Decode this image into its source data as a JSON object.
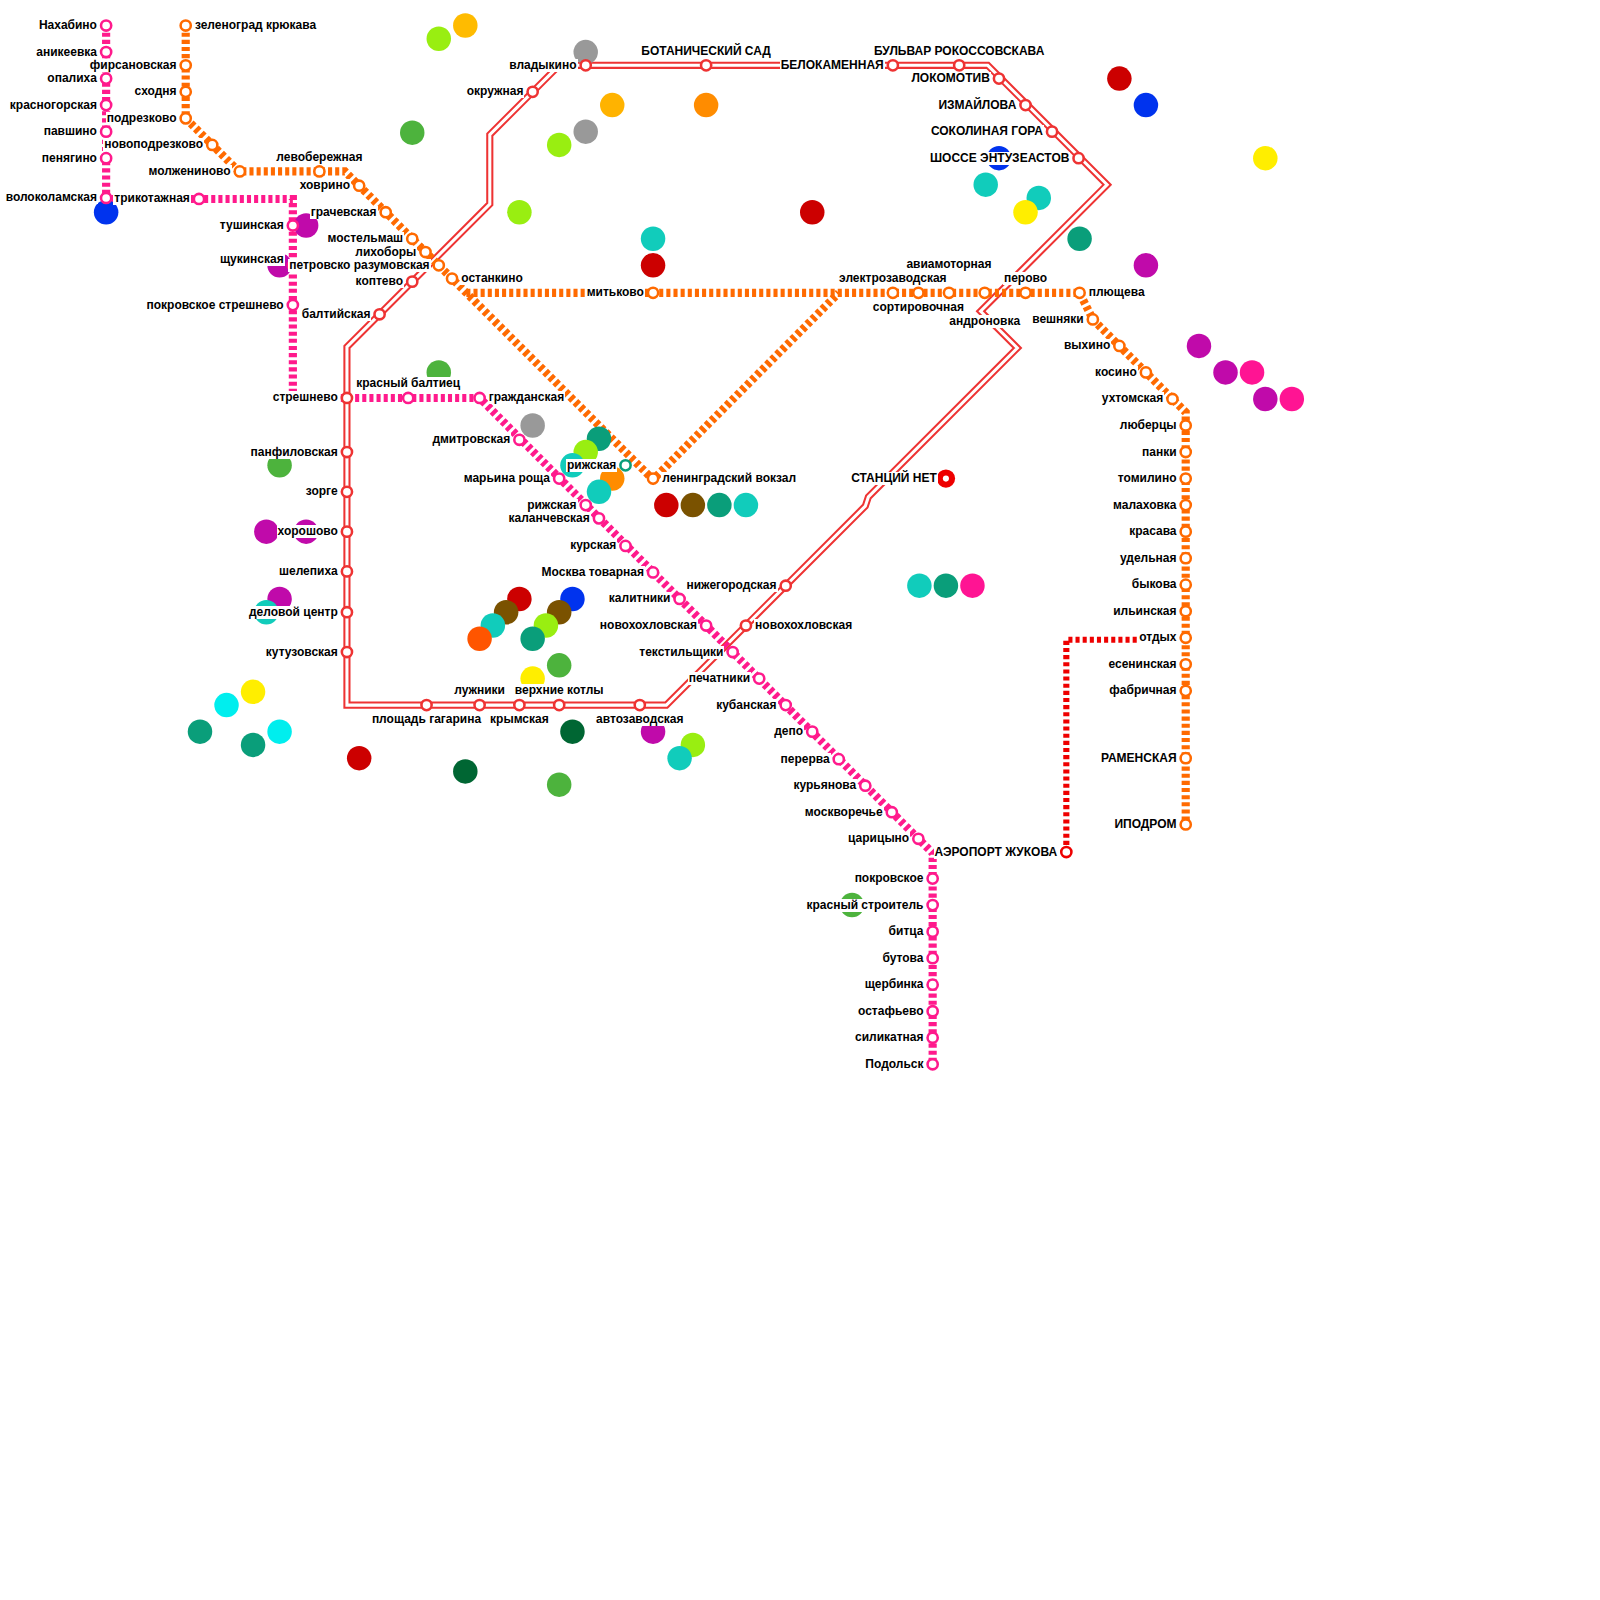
{
  "diagram": {
    "labels": [
      "Нахабино",
      "аникеевка",
      "опалиха",
      "красногорская",
      "павшино",
      "пенягино",
      "волоколамская",
      "трикотажная",
      "тушинская",
      "щукинская",
      "покровское стрешнево",
      "зеленоград крюкава",
      "фирсановская",
      "сходня",
      "подрезково",
      "новоподрезково",
      "молжениново",
      "левобережная",
      "ховрино",
      "грачевская",
      "мостельмаш",
      "лихоборы",
      "петровско разумовская",
      "останкино",
      "коптево",
      "балтийская",
      "окружная",
      "владыкино",
      "БОТАНИЧЕСКИЙ САД",
      "БЕЛОКАМЕННАЯ",
      "БУЛЬВАР РОКОССОВСКАВА",
      "ЛОКОМОТИВ",
      "ИЗМАЙЛОВА",
      "СОКОЛИНАЯ ГОРА",
      "ШОССЕ ЭНТУЗЕАСТОВ",
      "стрешнево",
      "красный балтиец",
      "гражданская",
      "дмитровская",
      "марьина роща",
      "рижская",
      "ленинградский вокзал",
      "рижская",
      "каланчевская",
      "курская",
      "Москва товарная",
      "калитники",
      "новохохловская",
      "новохохловская",
      "текстильщики",
      "печатники",
      "кубанская",
      "депо",
      "перерва",
      "курьянова",
      "москворечье",
      "царицыно",
      "покровское",
      "красный строитель",
      "битца",
      "бутова",
      "щербинка",
      "остафьево",
      "силикатная",
      "Подольск",
      "нижегородская",
      "панфиловская",
      "зорге",
      "хорошово",
      "шелепиха",
      "деловой центр",
      "кутузовская",
      "площадь гагарина",
      "лужники",
      "крымская",
      "верхние котлы",
      "автозаводская",
      "митьково",
      "электрозаводская",
      "сортировочная",
      "авиамоторная",
      "андроновка",
      "перово",
      "плющева",
      "вешняки",
      "выхино",
      "косино",
      "ухтомская",
      "люберцы",
      "панки",
      "томилино",
      "малаховка",
      "красава",
      "удельная",
      "быкова",
      "ильинская",
      "отдых",
      "есенинская",
      "фабричная",
      "РАМЕНСКАЯ",
      "ИПОДРОМ",
      "АЭРОПОРТ ЖУКОВА",
      "СТАНЦИЙ НЕТ"
    ]
  }
}
